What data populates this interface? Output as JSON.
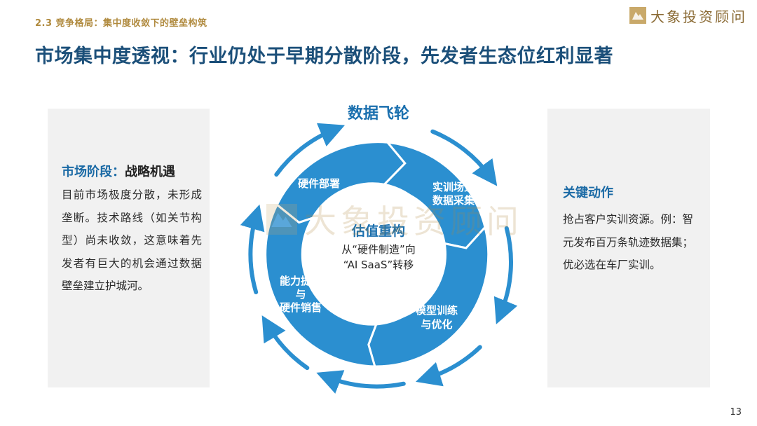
{
  "header": {
    "section_tag": "2.3 竞争格局：集中度收敛下的壁垒构筑",
    "logo_text": "大象投资顾问",
    "title": "市场集中度透视：行业仍处于早期分散阶段，先发者生态位红利显著"
  },
  "left_panel": {
    "heading_key": "市场阶段：",
    "heading_value": "战略机遇",
    "body": "目前市场极度分散，未形成垄断。技术路线（如关节构型）尚未收敛，这意味着先发者有巨大的机会通过数据壁垒建立护城河。"
  },
  "right_panel": {
    "heading": "关键动作",
    "body": "抢占客户实训资源。例：智元发布百万条轨迹数据集；优必选在车厂实训。"
  },
  "diagram": {
    "title": "数据飞轮",
    "center_title": "估值重构",
    "center_line1": "从“硬件制造”向",
    "center_line2": "“AI SaaS”转移",
    "segments": [
      {
        "lines": [
          "硬件部署"
        ]
      },
      {
        "lines": [
          "实训场景",
          "数据采集"
        ]
      },
      {
        "lines": [
          "模型训练",
          "与优化"
        ]
      },
      {
        "lines": [
          "能力提升",
          "与",
          "硬件销售"
        ]
      }
    ],
    "colors": {
      "primary": "#2b8fd0",
      "dark": "#1a6fae",
      "light": "#e6f2fb"
    }
  },
  "watermark": {
    "text": "大象投资顾问"
  },
  "footer": {
    "page_number": "13"
  }
}
